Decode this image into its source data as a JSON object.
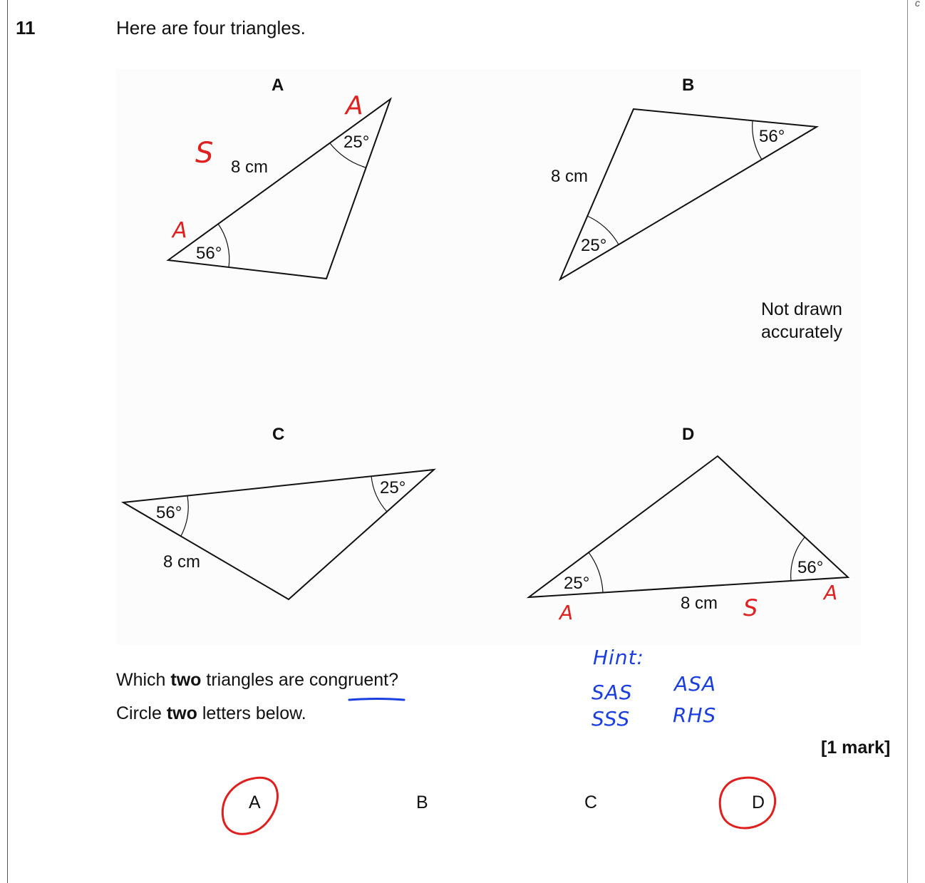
{
  "question": {
    "number": "11",
    "intro": "Here are four triangles.",
    "note": [
      "Not drawn",
      "accurately"
    ],
    "prompt_parts": [
      "Which ",
      "two",
      " triangles are congruent?"
    ],
    "instruction_parts": [
      "Circle ",
      "two",
      " letters below."
    ],
    "marks": "[1 mark]"
  },
  "triangles": {
    "A": {
      "label": "A",
      "angle1": "56°",
      "angle2": "25°",
      "side": "8 cm"
    },
    "B": {
      "label": "B",
      "angle1": "56°",
      "angle2": "25°",
      "side": "8 cm"
    },
    "C": {
      "label": "C",
      "angle1": "56°",
      "angle2": "25°",
      "side": "8 cm"
    },
    "D": {
      "label": "D",
      "angle1": "56°",
      "angle2": "25°",
      "side": "8 cm"
    }
  },
  "choices": [
    "A",
    "B",
    "C",
    "D"
  ],
  "annotations": {
    "red": {
      "a_top": "A",
      "s_left": "S",
      "a_left": "A",
      "d_a_left": "A",
      "d_s": "S",
      "d_a_right": "A"
    },
    "hint": {
      "title": "Hint:",
      "col1": [
        "SAS",
        "SSS"
      ],
      "col2": [
        "ASA",
        "RHS"
      ]
    },
    "corner": "c"
  },
  "colors": {
    "red_ink": "#e0201f",
    "blue_ink": "#1a3ee0"
  }
}
